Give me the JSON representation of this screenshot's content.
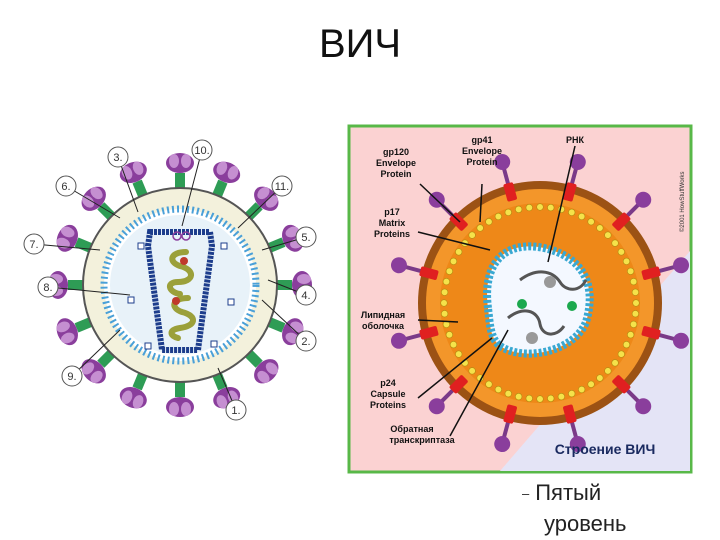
{
  "title": "ВИЧ",
  "left_diagram": {
    "markers": [
      "1.",
      "2.",
      "3.",
      "4.",
      "5.",
      "6.",
      "7.",
      "8.",
      "9.",
      "10.",
      "11."
    ]
  },
  "right_diagram": {
    "labels": {
      "gp120_1": "gp120",
      "gp120_2": "Envelope",
      "gp120_3": "Protein",
      "gp41_1": "gp41",
      "gp41_2": "Envelope",
      "gp41_3": "Protein",
      "rna": "РНК",
      "p17_1": "p17",
      "p17_2": "Matrix",
      "p17_3": "Proteins",
      "lipid_1": "Липидная",
      "lipid_2": "оболочка",
      "p24_1": "p24",
      "p24_2": "Capsule",
      "p24_3": "Proteins",
      "rt_1": "Обратная",
      "rt_2": "транскриптаза",
      "caption": "Строение ВИЧ",
      "copyright": "©2001 HowStuffWorks"
    }
  },
  "bullet": {
    "dash": "–",
    "line1": "Пятый",
    "line2": "уровень"
  }
}
